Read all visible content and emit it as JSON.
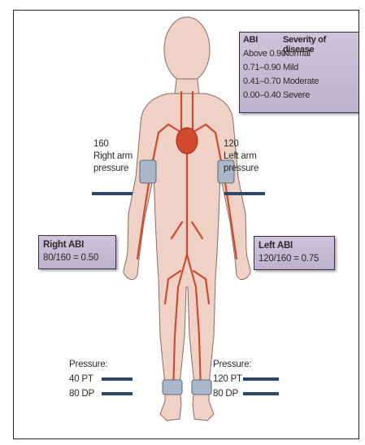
{
  "abi_table": {
    "header_abi": "ABI",
    "header_severity": "Severity of disease",
    "rows": [
      {
        "range": "Above 0.90",
        "severity": "Normal"
      },
      {
        "range": "0.71–0.90",
        "severity": "Mild"
      },
      {
        "range": "0.41–0.70",
        "severity": "Moderate"
      },
      {
        "range": "0.00–0.40",
        "severity": "Severe"
      }
    ]
  },
  "right_arm": {
    "value": "160",
    "line1": "Right arm",
    "line2": "pressure"
  },
  "left_arm": {
    "value": "120",
    "line1": "Left arm",
    "line2": "pressure"
  },
  "right_abi": {
    "title": "Right ABI",
    "calc": "80/160 = 0.50"
  },
  "left_abi": {
    "title": "Left ABI",
    "calc": "120/160 = 0.75"
  },
  "right_ankle": {
    "title": "Pressure:",
    "pt": "40 PT",
    "dp": "80 DP"
  },
  "left_ankle": {
    "title": "Pressure:",
    "pt": "120 PT",
    "dp": "80 DP"
  },
  "colors": {
    "skin": "#efd2c5",
    "artery": "#d24a2e",
    "cuff": "#a9b8c8",
    "accent_box": "#c6bcd4",
    "bar": "#2f4766"
  }
}
